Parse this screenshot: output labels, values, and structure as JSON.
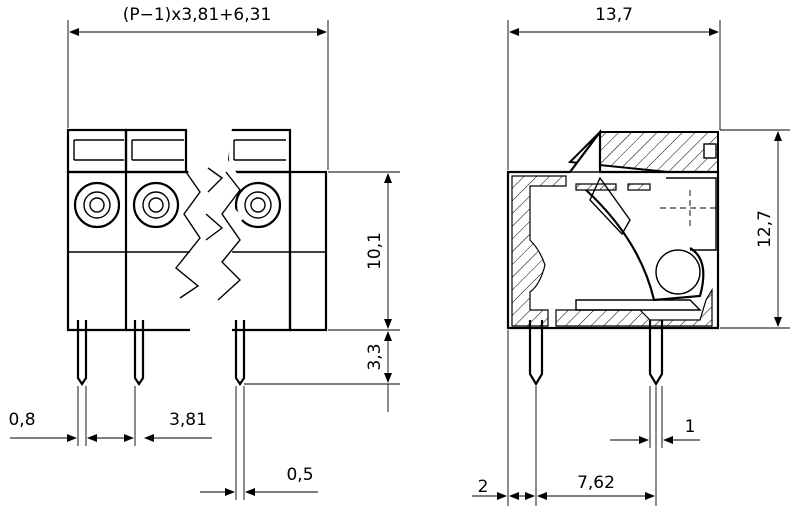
{
  "dimensions": {
    "total_width": "(P−1)x3,81+6,31",
    "depth": "13,7",
    "body_height": "10,1",
    "pin_height": "3,3",
    "overall_height": "12,7",
    "pin_thickness": "0,8",
    "pitch": "3,81",
    "pin_width": "0,5",
    "pin_to_edge": "2",
    "pin_spacing": "7,62",
    "pin_diameter": "1"
  }
}
